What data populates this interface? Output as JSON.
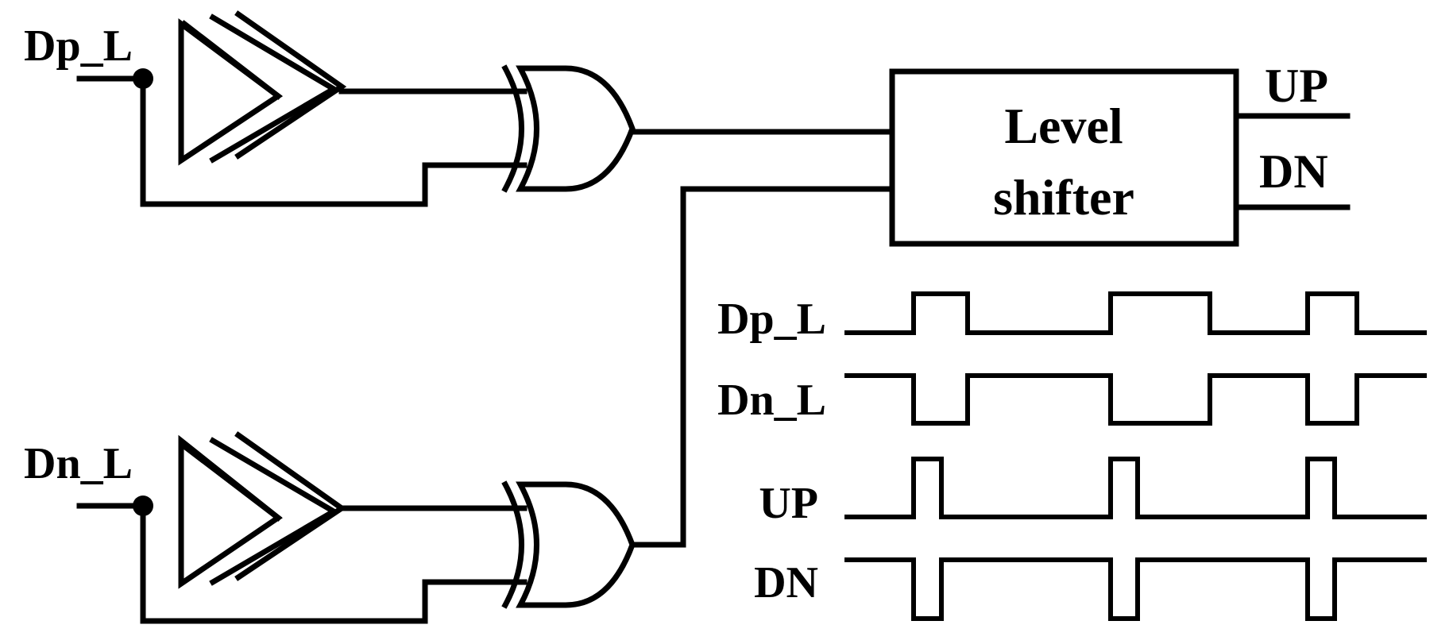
{
  "colors": {
    "ink": "#000000",
    "background": "#ffffff"
  },
  "labels": {
    "input_top": "Dp_L",
    "input_bottom": "Dn_L",
    "block_line1": "Level",
    "block_line2": "shifter",
    "output_up": "UP",
    "output_dn": "DN"
  },
  "timing": {
    "signals": [
      {
        "name": "Dp_L",
        "levels": [
          0,
          1,
          0,
          1,
          0,
          1,
          0
        ]
      },
      {
        "name": "Dn_L",
        "levels": [
          1,
          0,
          1,
          0,
          1,
          0,
          1
        ]
      },
      {
        "name": "UP",
        "levels": [
          0,
          1,
          0,
          1,
          0,
          1,
          0
        ]
      },
      {
        "name": "DN",
        "levels": [
          1,
          0,
          1,
          0,
          1,
          0,
          1
        ]
      }
    ]
  }
}
